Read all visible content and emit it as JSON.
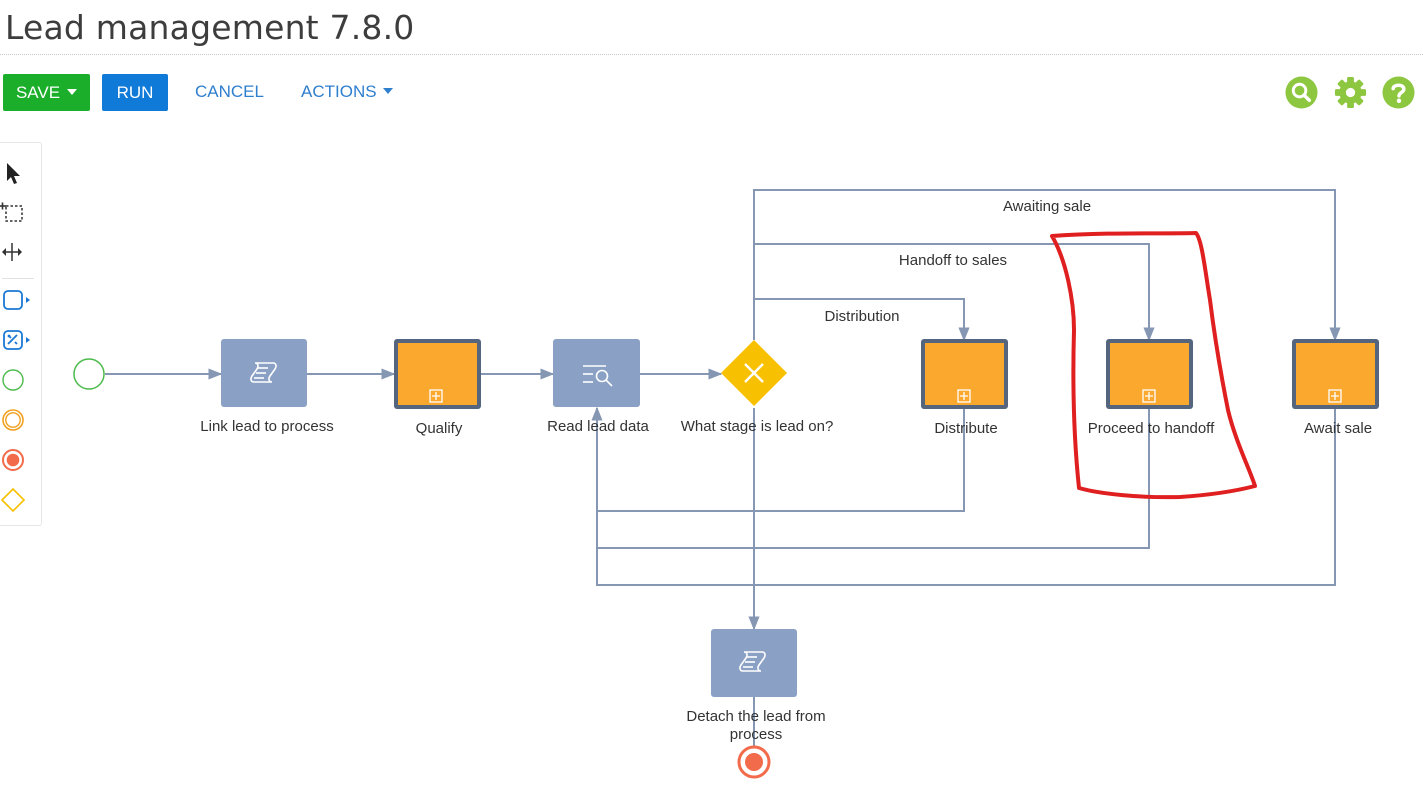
{
  "header": {
    "title": "Lead management 7.8.0"
  },
  "toolbar": {
    "save_label": "SAVE",
    "run_label": "RUN",
    "cancel_label": "CANCEL",
    "actions_label": "ACTIONS"
  },
  "colors": {
    "save": "#1aae2a",
    "run": "#0f7ad8",
    "link": "#2f7fcf",
    "icon_green": "#8dc63f",
    "script_task": "#8aa0c4",
    "subprocess": "#fba82e",
    "gateway": "#f7c000",
    "flow": "#8597b3",
    "annotation": "#e02020"
  },
  "icons": {
    "search": "search-icon",
    "settings": "gear-icon",
    "help": "help-icon"
  },
  "diagram": {
    "tasks": {
      "link_lead": "Link lead to process",
      "qualify": "Qualify",
      "read_lead": "Read lead data",
      "gateway": "What stage is lead on?",
      "distribute": "Distribute",
      "handoff": "Proceed to handoff",
      "await_sale": "Await sale",
      "detach_line1": "Detach the lead from",
      "detach_line2": "process"
    },
    "flows": {
      "awaiting_sale": "Awaiting sale",
      "handoff_to_sales": "Handoff to sales",
      "distribution": "Distribution"
    }
  }
}
